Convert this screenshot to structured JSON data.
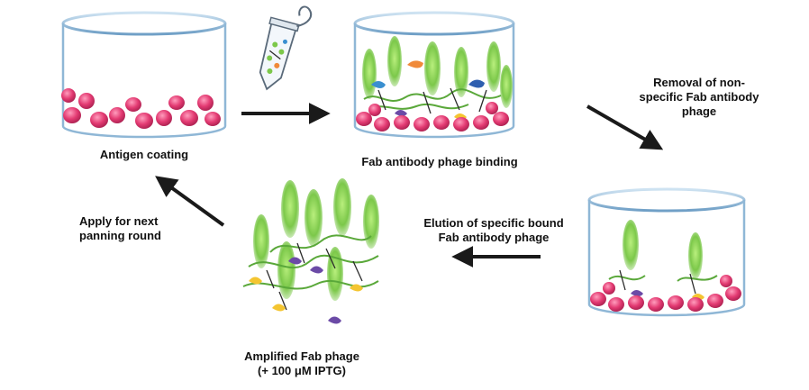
{
  "colors": {
    "dish_rim": "#8fb7d6",
    "arrow": "#1a1a1a",
    "antigen_pink": "#e33a72",
    "phage_green": "#7cc84a",
    "antibody_yellow": "#f4c531",
    "antibody_purple": "#6b4aa6",
    "antibody_blue": "#3a8fd0",
    "antibody_orange": "#f08a3a"
  },
  "labels": {
    "antigen_coating": "Antigen coating",
    "fab_binding": "Fab antibody  phage binding",
    "removal_line1": "Removal of non-",
    "removal_line2": "specific Fab antibody",
    "removal_line3": "phage",
    "elution_line1": "Elution of specific bound",
    "elution_line2": "Fab antibody phage",
    "amplified_line1": "Amplified Fab phage",
    "amplified_line2": "(+ 100 μM IPTG)",
    "apply_line1": "Apply for next",
    "apply_line2": "panning round"
  },
  "icons": {
    "dish": "petri-dish-icon",
    "tube": "test-tube-icon",
    "antigen": "antigen-icon",
    "phage": "phage-icon"
  }
}
